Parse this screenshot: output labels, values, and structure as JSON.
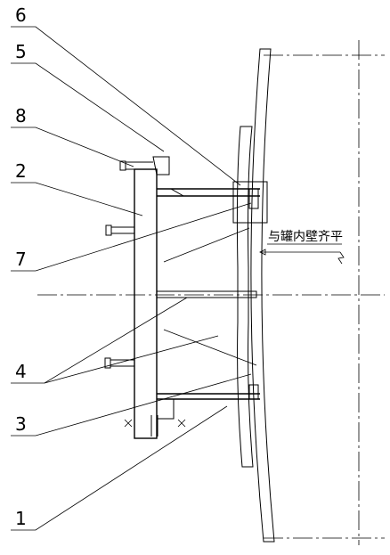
{
  "labels": {
    "l1": "1",
    "l2": "2",
    "l3": "3",
    "l4": "4",
    "l5": "5",
    "l6": "6",
    "l7": "7",
    "l8": "8"
  },
  "note": "与罐内壁齐平"
}
